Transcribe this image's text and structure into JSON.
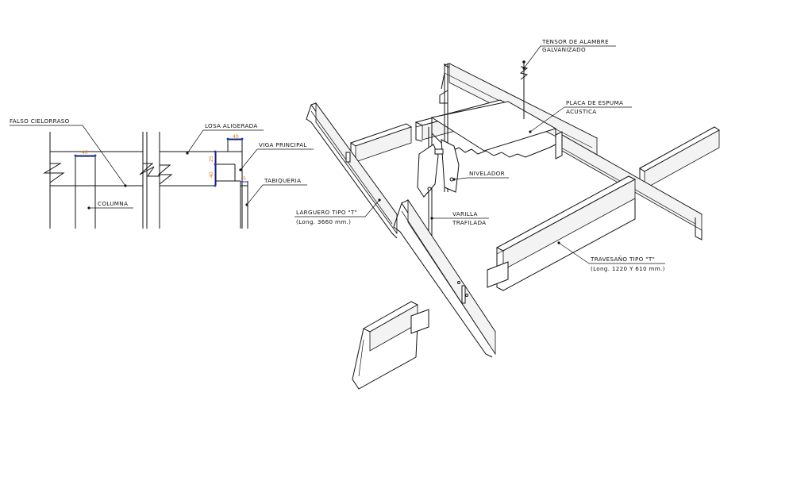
{
  "section": {
    "labels": {
      "falso_cielorraso": "FALSO CIELORRASO",
      "losa_aligerada": "LOSA ALIGERADA",
      "viga_principal": "VIGA PRINCIPAL",
      "tabiqueria": "TABIQUERIA",
      "columna": "COLUMNA"
    },
    "dimensions": {
      "top_width_left": "40",
      "top_width_right": "40",
      "height_upper": "25",
      "height_lower": "40",
      "small_right": "5"
    }
  },
  "isometric": {
    "labels": {
      "tensor_line1": "TENSOR DE ALAMBRE",
      "tensor_line2": "GALVANIZADO",
      "placa_line1": "PLACA DE ESPUMA",
      "placa_line2": "ACUSTICA",
      "nivelador": "NIVELADOR",
      "varilla_line1": "VARILLA",
      "varilla_line2": "TRAFILADA",
      "larguero_line1": "LARGUERO TIPO \"T\"",
      "larguero_line2": "(Long. 3660 mm.)",
      "travesano_line1": "TRAVESAÑO TIPO \"T\"",
      "travesano_line2": "(Long. 1220 Y 610 mm.)"
    }
  }
}
